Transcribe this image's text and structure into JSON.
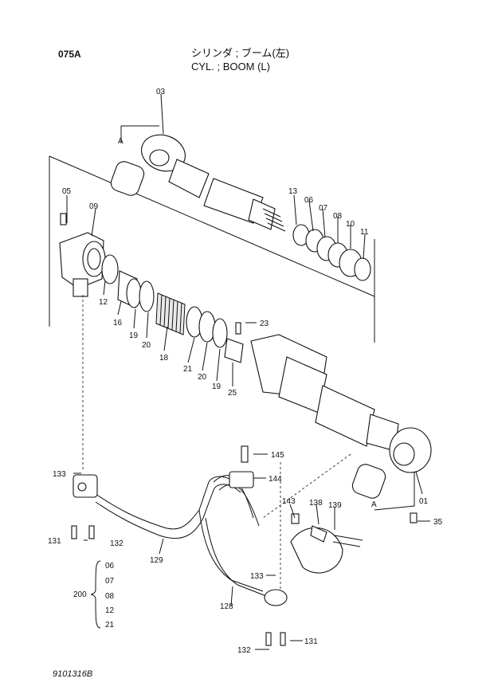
{
  "header": {
    "page_code": "075A",
    "title_jp": "シリンダ ; ブーム(左)",
    "title_en": "CYL. ; BOOM (L)"
  },
  "footer": {
    "drawing_number": "9101316B"
  },
  "kit": {
    "number": "200",
    "members": [
      "06",
      "07",
      "08",
      "12",
      "21"
    ]
  },
  "callouts": {
    "p03": "03",
    "p05": "05",
    "p09": "09",
    "p13": "13",
    "p06": "06",
    "p07": "07",
    "p08": "08",
    "p10": "10",
    "p11": "11",
    "p12": "12",
    "p16": "16",
    "p19a": "19",
    "p20a": "20",
    "p18": "18",
    "p21": "21",
    "p20b": "20",
    "p19b": "19",
    "p23": "23",
    "p25": "25",
    "p01": "01",
    "p35": "35",
    "p133a": "133",
    "p131a": "131",
    "p132a": "132",
    "p129": "129",
    "p145": "145",
    "p144": "144",
    "p143": "143",
    "p138": "138",
    "p139": "139",
    "p133b": "133",
    "p128": "128",
    "p132b": "132",
    "p131b": "131",
    "refA1": "A",
    "refA2": "A"
  }
}
